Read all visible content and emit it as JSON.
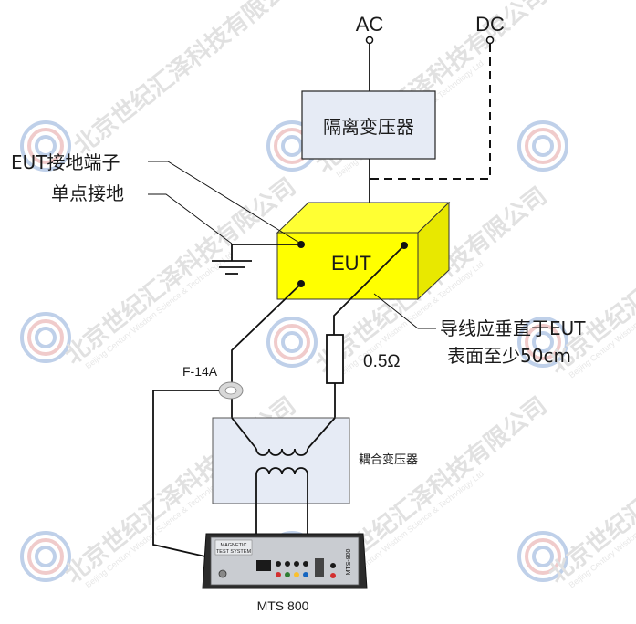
{
  "labels": {
    "ac": "AC",
    "dc": "DC",
    "isolation_transformer": "隔离变压器",
    "eut_ground_terminal": "EUT接地端子",
    "single_point_ground": "单点接地",
    "eut": "EUT",
    "wire_note_line1": "导线应垂直于EUT",
    "wire_note_line2": "表面至少50cm",
    "resistor_value": "0.5Ω",
    "current_probe": "F-14A",
    "coupling_transformer": "耦合变压器",
    "device_name": "MTS 800",
    "panel_title_line1": "MAGNETIC",
    "panel_title_line2": "TEST SYSTEM",
    "panel_side_label": "MTS-800"
  },
  "watermark": {
    "company_cn": "北京世纪汇泽科技有限公司",
    "company_en": "Beijing Century Wisdom Science & Technology Ltd."
  },
  "colors": {
    "eut_fill": "#ffff00",
    "eut_front": "#f2f200",
    "transformer_box": "#e6ebf5",
    "line": "#111111",
    "logo_blue": "#8aa9d8",
    "logo_red": "#e4a0a0"
  }
}
